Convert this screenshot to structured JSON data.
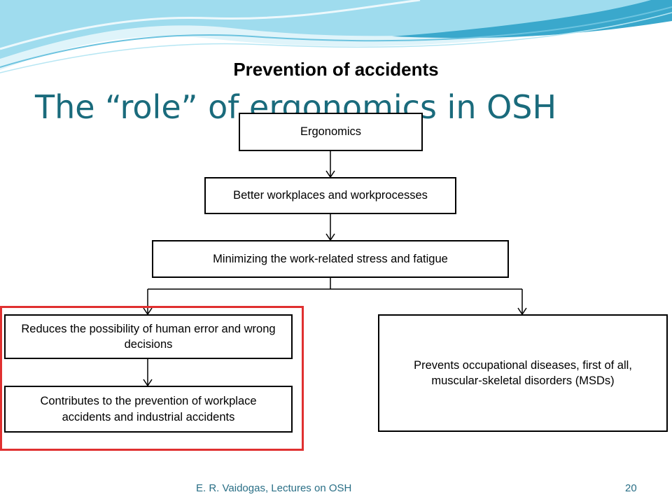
{
  "slide": {
    "subtitle": "Prevention of accidents",
    "title": "The “role” of ergonomics in OSH",
    "footer": "E. R. Vaidogas, Lectures on OSH",
    "page_number": "20"
  },
  "diagram": {
    "nodes": {
      "ergonomics": "Ergonomics",
      "better_workplaces": "Better workplaces and workprocesses",
      "minimizing_stress": "Minimizing the work-related stress and fatigue",
      "reduces_error": "Reduces the possibility of human error and wrong decisions",
      "contributes_prevention": "Contributes to the prevention of workplace accidents and industrial accidents",
      "prevents_diseases": "Prevents occupational diseases, first of all, muscular-skeletal disorders (MSDs)"
    },
    "edges": [
      {
        "from": "ergonomics",
        "to": "better_workplaces"
      },
      {
        "from": "better_workplaces",
        "to": "minimizing_stress"
      },
      {
        "from": "minimizing_stress",
        "to": "reduces_error"
      },
      {
        "from": "minimizing_stress",
        "to": "prevents_diseases"
      },
      {
        "from": "reduces_error",
        "to": "contributes_prevention"
      }
    ],
    "highlight_color": "#e03030"
  },
  "colors": {
    "title": "#1a6b7c",
    "footer": "#2a6f86",
    "wave_light": "#cfeef7",
    "wave_mid": "#7fcfe6",
    "wave_dark": "#3aa8cc"
  }
}
